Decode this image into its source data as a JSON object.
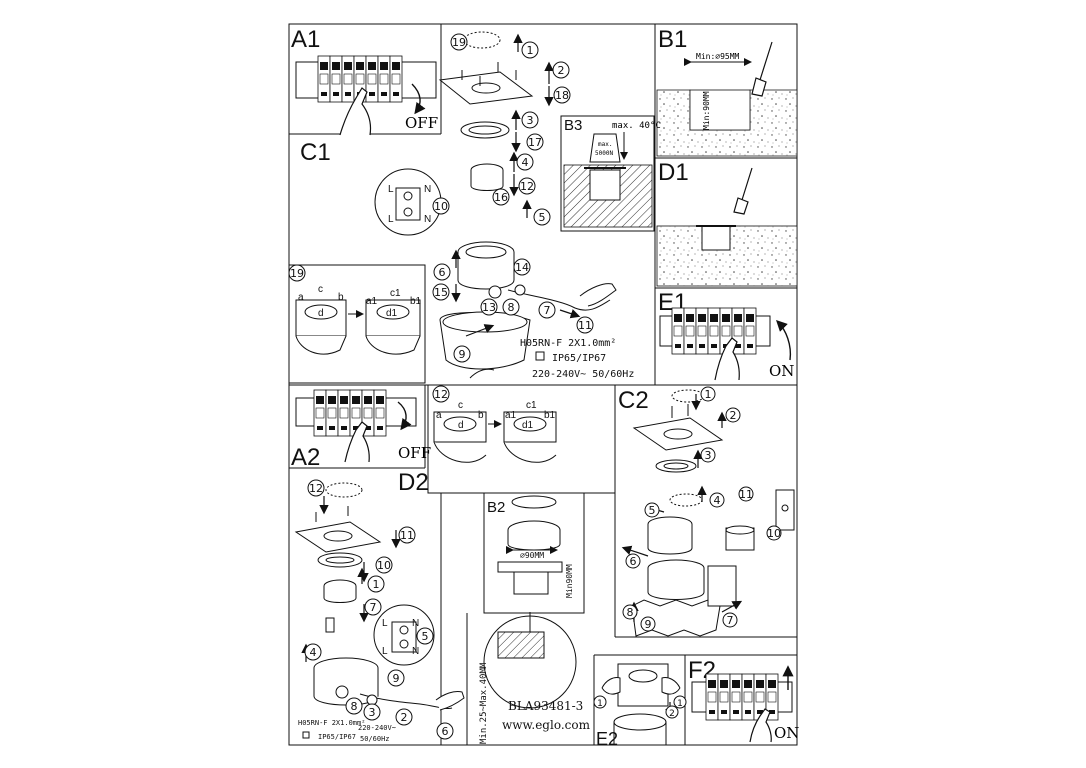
{
  "panels": {
    "A1": "A1",
    "A2": "A2",
    "B1": "B1",
    "B2": "B2",
    "B3": "B3",
    "C1": "C1",
    "C2": "C2",
    "D1": "D1",
    "D2": "D2",
    "E1": "E1",
    "E2": "E2",
    "F2": "F2"
  },
  "switch_text": {
    "off": "OFF",
    "on": "ON"
  },
  "steps": {
    "n1": "1",
    "n2": "2",
    "n3": "3",
    "n4": "4",
    "n5": "5",
    "n6": "6",
    "n7": "7",
    "n8": "8",
    "n9": "9",
    "n10": "10",
    "n11": "11",
    "n12": "12",
    "n13": "13",
    "n14": "14",
    "n15": "15",
    "n16": "16",
    "n17": "17",
    "n18": "18",
    "n19": "19"
  },
  "b1": {
    "min_diameter": "Min:⌀95MM",
    "min_depth": "Min:90MM"
  },
  "b2": {
    "diameter": "⌀90MM",
    "depth": "Min90MM"
  },
  "b3": {
    "max_temp": "max. 40°C",
    "max_load_1": "max.",
    "max_load_2": "5000N"
  },
  "terminal": {
    "L": "L",
    "N": "N"
  },
  "screws": {
    "a": "a",
    "b": "b",
    "c": "c",
    "d": "d",
    "a1": "a1",
    "b1": "b1",
    "c1": "c1",
    "d1": "d1"
  },
  "specs": {
    "cable": "H05RN-F  2X1.0mm²",
    "ip": "IP65/IP67",
    "voltage": "220-240V~  50/60Hz",
    "cable_small": "H05RN-F 2X1.0mm²",
    "voltage_small": "220-240V~",
    "ip_small": "IP65/IP67",
    "hz_small": "50/60Hz"
  },
  "footer": {
    "code": "BLA93481-3",
    "url": "www.eglo.com",
    "depth_range": "Min.25~Max.40MM"
  }
}
